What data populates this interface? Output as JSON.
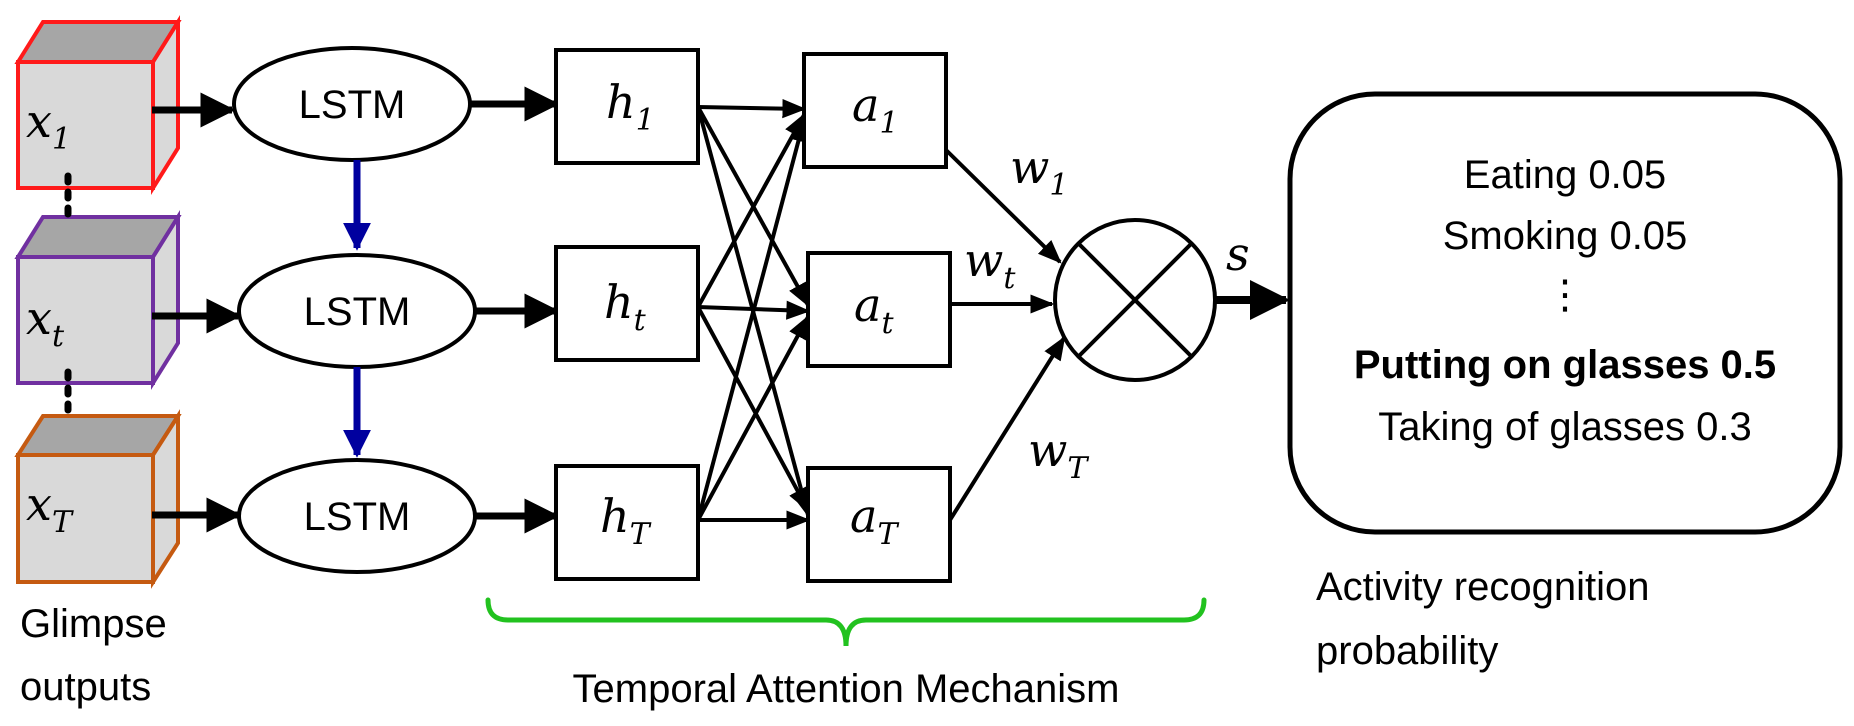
{
  "glimpse": {
    "x1": {
      "base": "x",
      "sub": "1"
    },
    "xt": {
      "base": "x",
      "sub": "t"
    },
    "xT": {
      "base": "x",
      "sub": "T"
    },
    "caption_line1": "Glimpse",
    "caption_line2": "outputs",
    "colors": {
      "x1": "#ff1a1a",
      "xt": "#7030a0",
      "xT": "#c55a11",
      "face": "#d9d9d9",
      "top": "#a6a6a6"
    }
  },
  "lstm": {
    "label1": "LSTM",
    "label2": "LSTM",
    "label3": "LSTM",
    "recurrent_arrow_color": "#00009f"
  },
  "hidden": {
    "h1": {
      "base": "h",
      "sub": "1"
    },
    "ht": {
      "base": "h",
      "sub": "t"
    },
    "hT": {
      "base": "h",
      "sub": "T"
    }
  },
  "attention": {
    "a1": {
      "base": "a",
      "sub": "1"
    },
    "at": {
      "base": "a",
      "sub": "t"
    },
    "aT": {
      "base": "a",
      "sub": "T"
    },
    "brace_color": "#22c21f",
    "caption": "Temporal Attention Mechanism"
  },
  "weights": {
    "w1": {
      "base": "w",
      "sub": "1"
    },
    "wt": {
      "base": "w",
      "sub": "t"
    },
    "wT": {
      "base": "w",
      "sub": "T"
    }
  },
  "output": {
    "s_label": "s",
    "items": [
      "Eating 0.05",
      "Smoking 0.05",
      "⋮",
      "Putting on glasses 0.5",
      "Taking of glasses 0.3"
    ],
    "highlighted_item": "Putting on glasses 0.5",
    "caption_line1": "Activity recognition",
    "caption_line2": "probability"
  }
}
